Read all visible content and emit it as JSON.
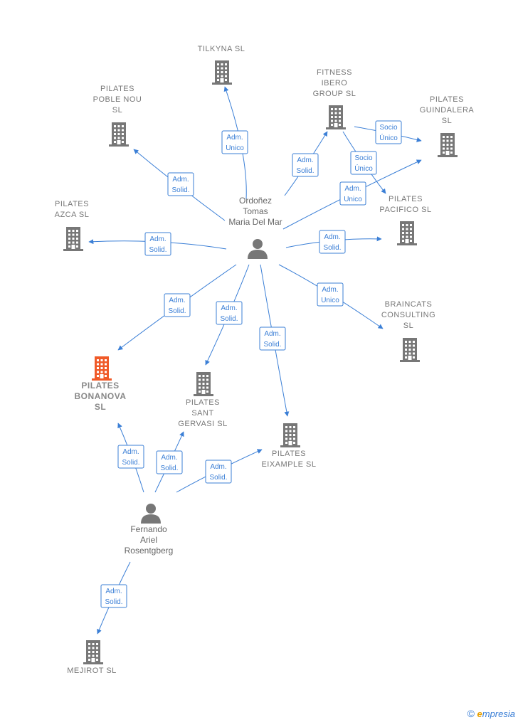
{
  "colors": {
    "edge": "#3b7fd6",
    "building": "#777777",
    "building_main": "#f05a28",
    "person": "#777777"
  },
  "companies": [
    {
      "id": "tilkyna",
      "lines": [
        "TILKYNA  SL"
      ],
      "icon": "building-icon"
    },
    {
      "id": "fitness",
      "lines": [
        "FITNESS",
        "IBERO",
        "GROUP  SL"
      ],
      "icon": "building-icon"
    },
    {
      "id": "guindalera",
      "lines": [
        "PILATES",
        "GUINDALERA",
        "SL"
      ],
      "icon": "building-icon"
    },
    {
      "id": "poblenou",
      "lines": [
        "PILATES",
        "POBLE NOU",
        "SL"
      ],
      "icon": "building-icon"
    },
    {
      "id": "azca",
      "lines": [
        "PILATES",
        "AZCA  SL"
      ],
      "icon": "building-icon"
    },
    {
      "id": "pacifico",
      "lines": [
        "PILATES",
        "PACIFICO  SL"
      ],
      "icon": "building-icon"
    },
    {
      "id": "braincats",
      "lines": [
        "BRAINCATS",
        "CONSULTING",
        "SL"
      ],
      "icon": "building-icon"
    },
    {
      "id": "bonanova",
      "lines": [
        "PILATES",
        "BONANOVA",
        "SL"
      ],
      "icon": "building-icon",
      "main": true
    },
    {
      "id": "santgervasi",
      "lines": [
        "PILATES",
        "SANT",
        "GERVASI  SL"
      ],
      "icon": "building-icon"
    },
    {
      "id": "eixample",
      "lines": [
        "PILATES",
        "EIXAMPLE  SL"
      ],
      "icon": "building-icon"
    },
    {
      "id": "mejirot",
      "lines": [
        "MEJIROT  SL"
      ],
      "icon": "building-icon"
    }
  ],
  "persons": [
    {
      "id": "ordonez",
      "lines": [
        "Ordoñez",
        "Tomas",
        "Maria Del Mar"
      ],
      "icon": "person-icon"
    },
    {
      "id": "fernando",
      "lines": [
        "Fernando",
        "Ariel",
        "Rosentgberg"
      ],
      "icon": "person-icon"
    }
  ],
  "relations": [
    {
      "from": "ordonez",
      "to": "tilkyna",
      "label": [
        "Adm.",
        "Unico"
      ]
    },
    {
      "from": "ordonez",
      "to": "fitness",
      "label": [
        "Adm.",
        "Solid."
      ]
    },
    {
      "from": "fitness",
      "to": "guindalera",
      "label": [
        "Socio",
        "Único"
      ]
    },
    {
      "from": "fitness",
      "to": "pacifico",
      "label": [
        "Socio",
        "Único"
      ]
    },
    {
      "from": "ordonez",
      "to": "guindalera",
      "label": [
        "Adm.",
        "Unico"
      ]
    },
    {
      "from": "ordonez",
      "to": "poblenou",
      "label": [
        "Adm.",
        "Solid."
      ]
    },
    {
      "from": "ordonez",
      "to": "azca",
      "label": [
        "Adm.",
        "Solid."
      ]
    },
    {
      "from": "ordonez",
      "to": "pacifico",
      "label": [
        "Adm.",
        "Solid."
      ]
    },
    {
      "from": "ordonez",
      "to": "braincats",
      "label": [
        "Adm.",
        "Unico"
      ]
    },
    {
      "from": "ordonez",
      "to": "bonanova",
      "label": [
        "Adm.",
        "Solid."
      ]
    },
    {
      "from": "ordonez",
      "to": "santgervasi",
      "label": [
        "Adm.",
        "Solid."
      ]
    },
    {
      "from": "ordonez",
      "to": "eixample",
      "label": [
        "Adm.",
        "Solid."
      ]
    },
    {
      "from": "fernando",
      "to": "bonanova",
      "label": [
        "Adm.",
        "Solid."
      ]
    },
    {
      "from": "fernando",
      "to": "santgervasi",
      "label": [
        "Adm.",
        "Solid."
      ]
    },
    {
      "from": "fernando",
      "to": "eixample",
      "label": [
        "Adm.",
        "Solid."
      ]
    },
    {
      "from": "fernando",
      "to": "mejirot",
      "label": [
        "Adm.",
        "Solid."
      ]
    }
  ],
  "brand": {
    "copyright": "©",
    "e": "e",
    "rest": "mpresia"
  }
}
